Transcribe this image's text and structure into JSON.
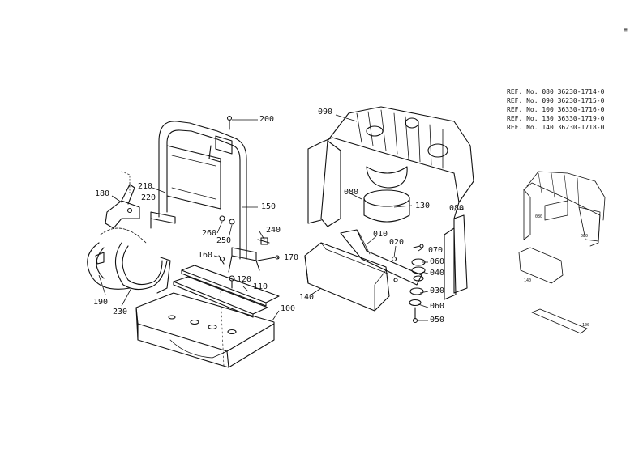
{
  "diagram": {
    "callouts": {
      "c200": "200",
      "c090": "090",
      "c210": "210",
      "c180": "180",
      "c220": "220",
      "c150": "150",
      "c080a": "080",
      "c130": "130",
      "c080b": "080",
      "c260": "260",
      "c240": "240",
      "c250": "250",
      "c010": "010",
      "c020": "020",
      "c070": "070",
      "c160": "160",
      "c170": "170",
      "c060a": "060",
      "c040": "040",
      "c120": "120",
      "c110": "110",
      "c190": "190",
      "c230": "230",
      "c140": "140",
      "c030": "030",
      "c060b": "060",
      "c100": "100",
      "c050": "050"
    },
    "ref_table": [
      "REF. No. 080  36230-1714-0",
      "REF. No. 090  36230-1715-0",
      "REF. No. 100  36330-1716-0",
      "REF. No. 130  36330-1719-0",
      "REF. No. 140  36230-1718-0"
    ],
    "inset_callouts": {
      "i080a": "080",
      "i080b": "080",
      "i140": "140",
      "i100": "100"
    },
    "corner_mark": "≡"
  }
}
